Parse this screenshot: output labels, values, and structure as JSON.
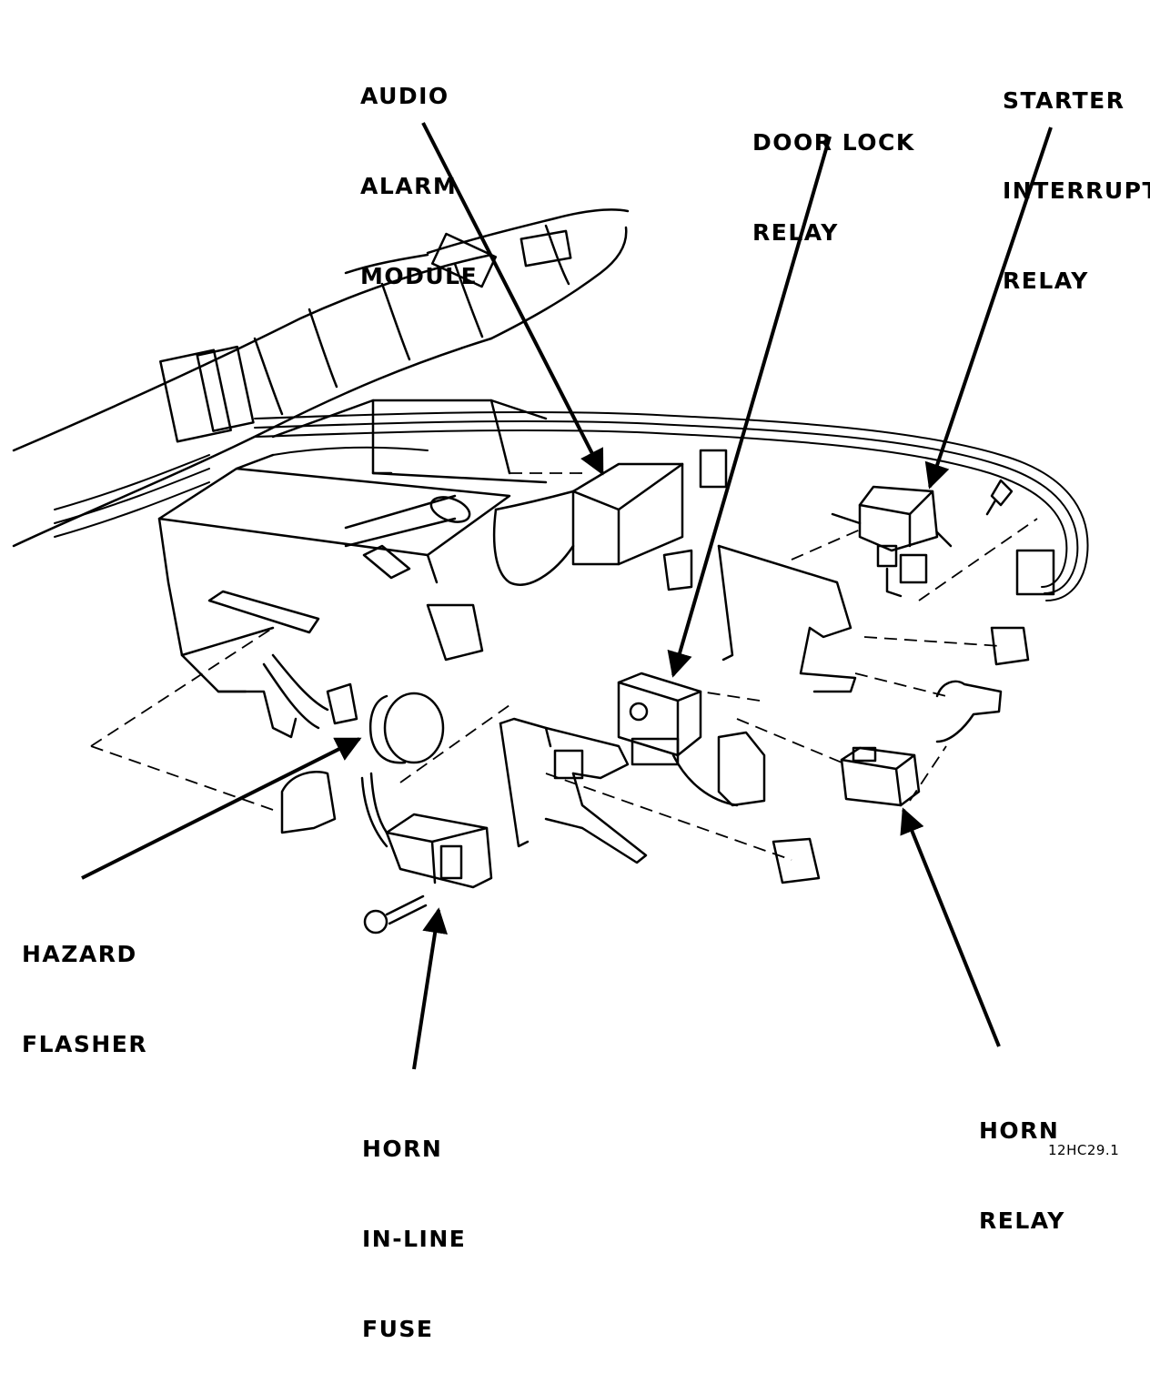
{
  "labels": {
    "audio_alarm_module": [
      "AUDIO",
      "ALARM",
      "MODULE"
    ],
    "door_lock_relay": [
      "DOOR LOCK",
      "RELAY"
    ],
    "starter_interrupt_relay": [
      "STARTER",
      "INTERRUPT",
      "RELAY"
    ],
    "hazard_flasher": [
      "HAZARD",
      "FLASHER"
    ],
    "horn_inline_fuse": [
      "HORN",
      "IN-LINE",
      "FUSE"
    ],
    "horn_relay": [
      "HORN",
      "RELAY"
    ]
  },
  "figure_id": "12HC29.1",
  "colors": {
    "ink": "#000000",
    "paper": "#ffffff"
  }
}
